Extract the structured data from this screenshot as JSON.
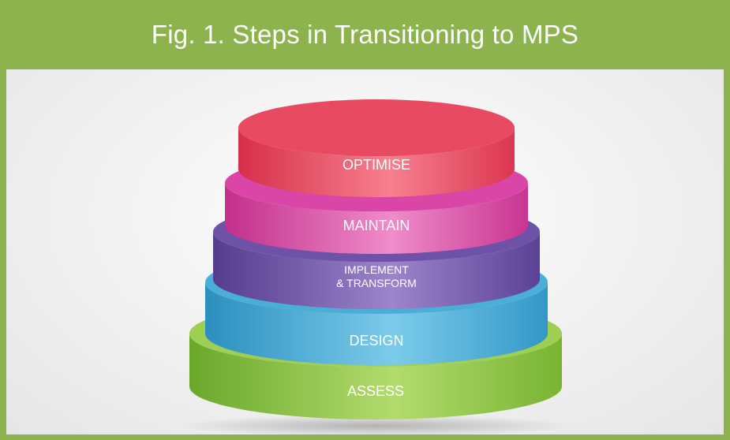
{
  "header": {
    "title": "Fig. 1. Steps in Transitioning to MPS"
  },
  "layers": [
    {
      "label": "ASSESS",
      "label_line2": "",
      "color": "#8dc63f"
    },
    {
      "label": "DESIGN",
      "label_line2": "",
      "color": "#3fa9d6"
    },
    {
      "label": "IMPLEMENT",
      "label_line2": "& TRANSFORM",
      "color": "#6a4ea3"
    },
    {
      "label": "MAINTAIN",
      "label_line2": "",
      "color": "#d63fa0"
    },
    {
      "label": "OPTIMISE",
      "label_line2": "",
      "color": "#e8405a"
    }
  ]
}
